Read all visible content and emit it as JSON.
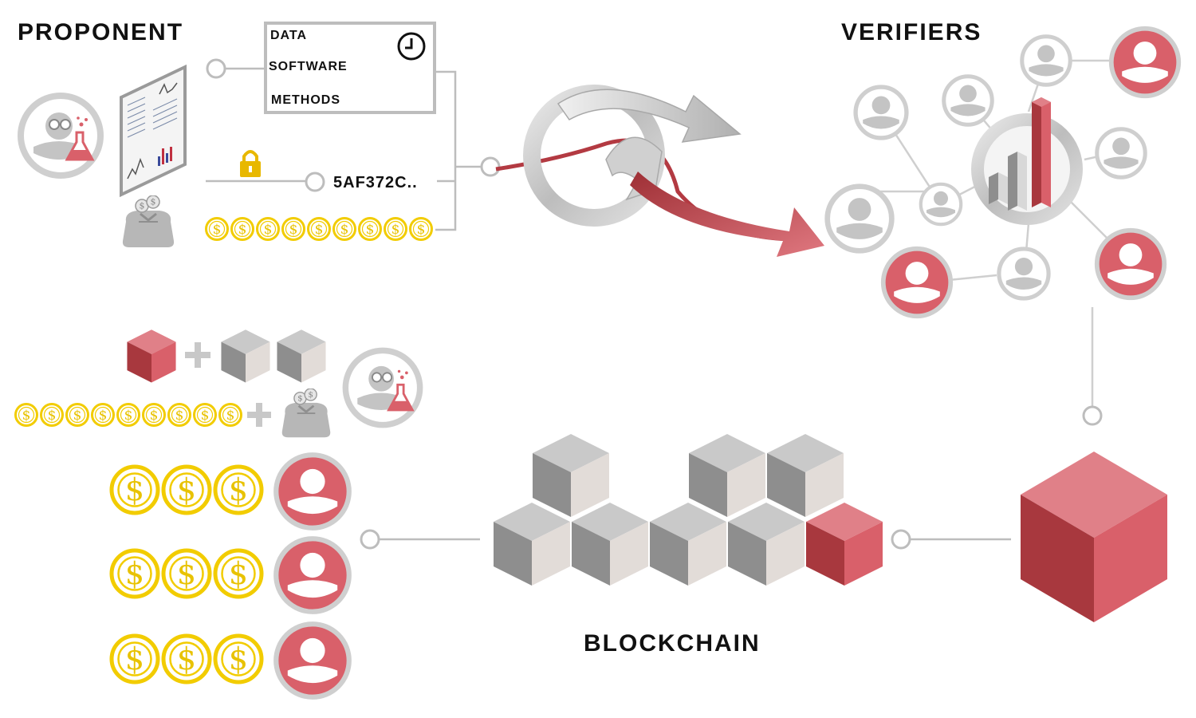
{
  "headings": {
    "proponent": "PROPONENT",
    "verifiers": "VERIFIERS",
    "blockchain": "BLOCKCHAIN"
  },
  "submission_box": {
    "items": [
      "DATA",
      "SOFTWARE",
      "METHODS"
    ]
  },
  "hash": {
    "text": "5AF372C.."
  },
  "coin_glyph": "$",
  "icons": {
    "proponent": "scientist-icon",
    "document": "document-icon",
    "money_bag": "money-bag-icon",
    "lock": "padlock-icon",
    "clock": "clock-icon",
    "coin": "dollar-coin-icon",
    "verifier": "user-icon",
    "block": "cube-icon",
    "hub": "bar-chart-icon"
  },
  "colors": {
    "accent_red": "#d9606a",
    "gray": "#c8c8c8",
    "coin_yellow": "#f2cc00",
    "lock_yellow": "#e8b800",
    "text": "#111111"
  }
}
